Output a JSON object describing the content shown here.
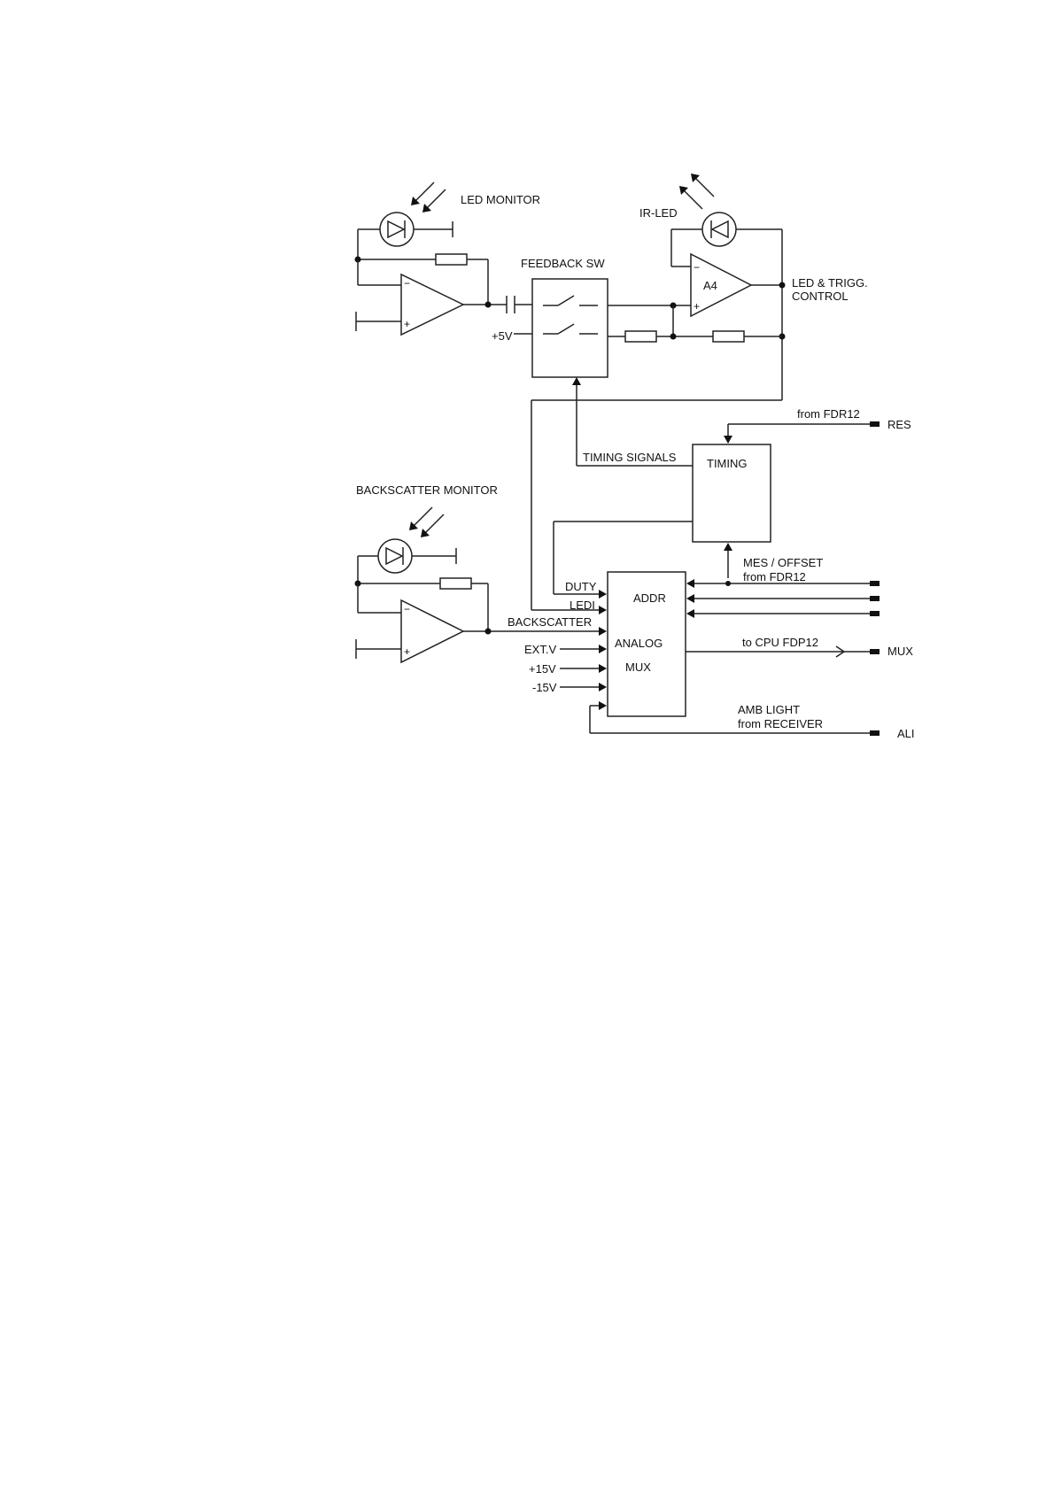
{
  "labels": {
    "led_monitor": "LED MONITOR",
    "ir_led": "IR-LED",
    "feedback_sw": "FEEDBACK SW",
    "plus_5v": "+5V",
    "a4": "A4",
    "led_trigg_line1": "LED & TRIGG.",
    "led_trigg_line2": "CONTROL",
    "from_fdr12_top": "from FDR12",
    "res": "RES",
    "timing_signals": "TIMING SIGNALS",
    "timing": "TIMING",
    "backscatter_monitor": "BACKSCATTER  MONITOR",
    "mes_offset": "MES / OFFSET",
    "from_fdr12_mid": "from FDR12",
    "duty": "DUTY",
    "ledi": "LEDI",
    "backscatter": "BACKSCATTER",
    "addr": "ADDR",
    "analog": "ANALOG",
    "mux_block": "MUX",
    "ext_v": "EXT.V",
    "plus_15v": "+15V",
    "minus_15v": "-15V",
    "to_cpu": "to CPU  FDP12",
    "mux_out": "MUX",
    "amb_light": "AMB LIGHT",
    "from_receiver": "from RECEIVER",
    "ali": "ALI",
    "minus_sign": "−",
    "plus_sign": "+"
  }
}
